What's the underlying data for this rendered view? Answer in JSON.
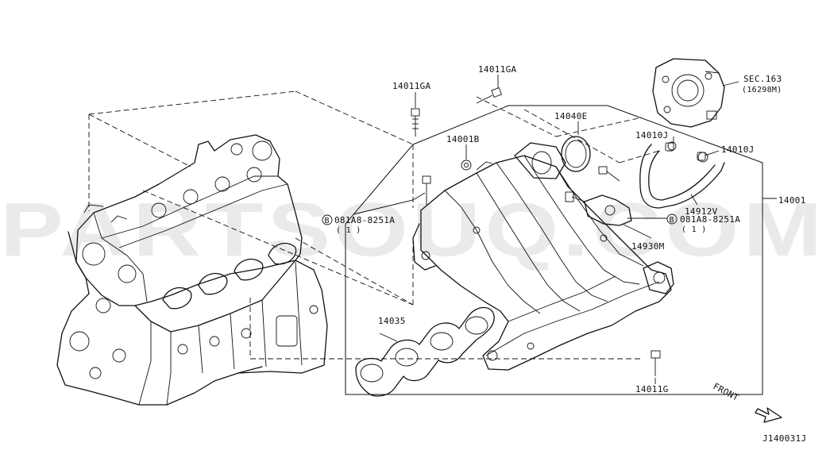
{
  "watermark": "PARTSOUQ.COM",
  "labels": {
    "p14011GA_a": "14011GA",
    "p14011GA_b": "14011GA",
    "p14040E": "14040E",
    "p14001B": "14001B",
    "p14010J_a": "14010J",
    "p14010J_b": "14010J",
    "p14001": "14001",
    "p14912V": "14912V",
    "bolt_left": "081A8-8251A",
    "bolt_left_qty": "( 1 )",
    "bolt_right": "081A8-8251A",
    "bolt_right_qty": "( 1 )",
    "bolt_symbol": "B",
    "p14930M": "14930M",
    "p14035": "14035",
    "p14011G": "14011G",
    "sec_ref": "SEC.163",
    "sec_ref_sub": "(16298M)",
    "front": "FRONT",
    "diagram_id": "J140031J"
  }
}
